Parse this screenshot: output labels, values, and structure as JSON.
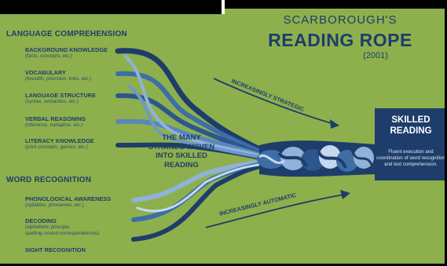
{
  "title": {
    "line1": "SCARBOROUGH'S",
    "line2": "READING ROPE",
    "year": "(2001)"
  },
  "language_comprehension": {
    "heading": "LANGUAGE COMPREHENSION",
    "items": [
      {
        "label": "BACKGROUND KNOWLEDGE",
        "detail": "(facts, concepts, etc.)"
      },
      {
        "label": "VOCABULARY",
        "detail": "(breadth, precision, links, etc.)"
      },
      {
        "label": "LANGUAGE STRUCTURE",
        "detail": "(syntax, semantics, etc.)"
      },
      {
        "label": "VERBAL REASONING",
        "detail": "(inference, metaphor, etc.)"
      },
      {
        "label": "LITERACY KNOWLEDGE",
        "detail": "(print concepts, genres, etc.)"
      }
    ]
  },
  "word_recognition": {
    "heading": "WORD RECOGNITION",
    "items": [
      {
        "label": "PHONOLOGICAL AWARENESS",
        "detail": "(syllables, phonemes, etc.)"
      },
      {
        "label": "DECODING",
        "detail": "(alphabetic principle,",
        "detail2": "spelling–sound correspondences)"
      },
      {
        "label": "SIGHT RECOGNITION",
        "detail": ""
      }
    ]
  },
  "center_text": "THE MANY STRANDS WOVEN INTO SKILLED READING",
  "arrows": {
    "strategic": "INCREASINGLY STRATEGIC",
    "automatic": "INCREASINGLY AUTOMATIC"
  },
  "skilled_reading": {
    "title": "SKILLED READING",
    "description": "Fluent execution and coordination of word recognition and text comprehension."
  },
  "colors": {
    "background": "#8db04c",
    "navy": "#1e3d6b",
    "mid_blue": "#3e6ea5",
    "light_blue": "#8fb3d9"
  }
}
